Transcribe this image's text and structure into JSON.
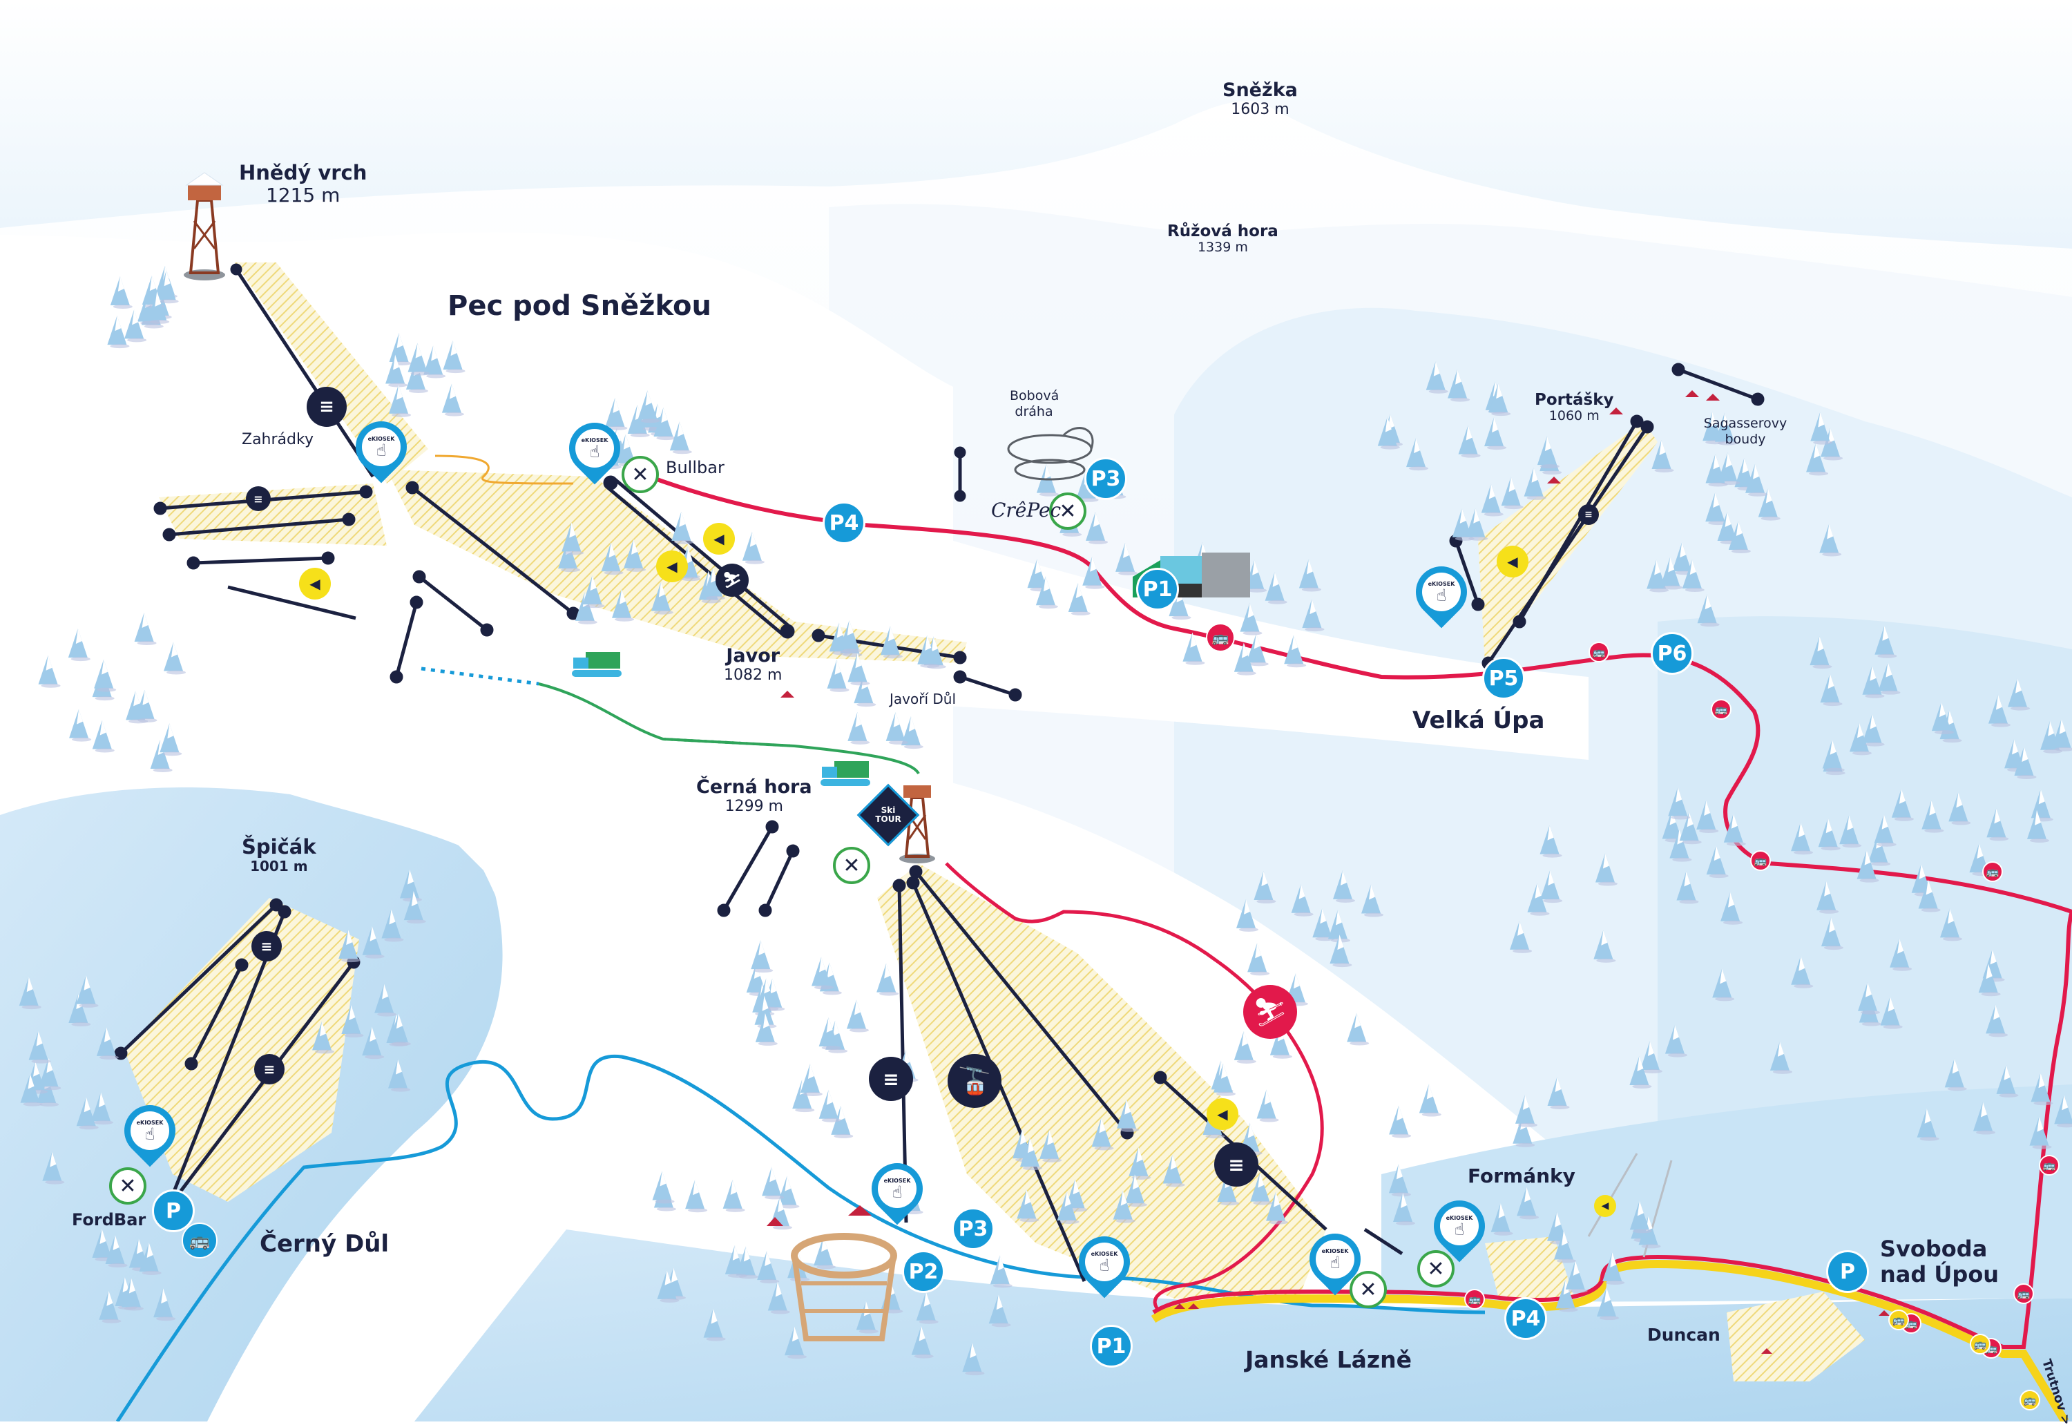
{
  "map": {
    "title": "Pec pod Sněžkou",
    "colors": {
      "navy": "#1b2140",
      "parking_blue": "#169ad8",
      "bus_red": "#e2194b",
      "bus_yellow": "#f6d31a",
      "night_yellow": "#f6e01a",
      "slope_hatch": "#f3e39a",
      "restaurant_green": "#3aa64a",
      "tower_brown": "#8a3a22",
      "sky_top": "#ffffff",
      "sky_blue": "#cfe6f7",
      "snow": "#ffffff",
      "valley_blue": "#b8dbf1"
    },
    "peaks": [
      {
        "name": "Sněžka",
        "elevation": "1603 m"
      },
      {
        "name": "Růžová hora",
        "elevation": "1339 m"
      },
      {
        "name": "Hnědý vrch",
        "elevation": "1215 m"
      },
      {
        "name": "Javor",
        "elevation": "1082 m"
      },
      {
        "name": "Černá hora",
        "elevation": "1299 m"
      },
      {
        "name": "Špičák",
        "elevation": "1001 m"
      },
      {
        "name": "Portášky",
        "elevation": "1060 m"
      }
    ],
    "towns": [
      {
        "name": "Pec pod Sněžkou"
      },
      {
        "name": "Velká Úpa"
      },
      {
        "name": "Černý Důl"
      },
      {
        "name": "Janské Lázně"
      },
      {
        "name": "Svoboda nad Úpou"
      }
    ],
    "places": [
      {
        "name": "Zahrádky"
      },
      {
        "name": "Javoří Důl"
      },
      {
        "name": "Bobová dráha"
      },
      {
        "name": "Sagasserovy boudy"
      },
      {
        "name": "Formánky"
      },
      {
        "name": "Duncan"
      }
    ],
    "restaurants": [
      {
        "name": "Bullbar"
      },
      {
        "name": "CrêPec"
      },
      {
        "name": "FordBar"
      }
    ],
    "parking": [
      "P1",
      "P2",
      "P3",
      "P4",
      "P5",
      "P6",
      "P",
      "P"
    ],
    "kiosk_label": "eKIOSEK",
    "skitour_label": "Ski TOUR",
    "road_direction": "Trutnov >",
    "icons": {
      "restaurant": "✕",
      "night_skiing": "◀",
      "bus": "🚌",
      "sled": "⛷",
      "gondola": "🚡",
      "chairlift": "≡",
      "draglift": "⛷"
    }
  }
}
